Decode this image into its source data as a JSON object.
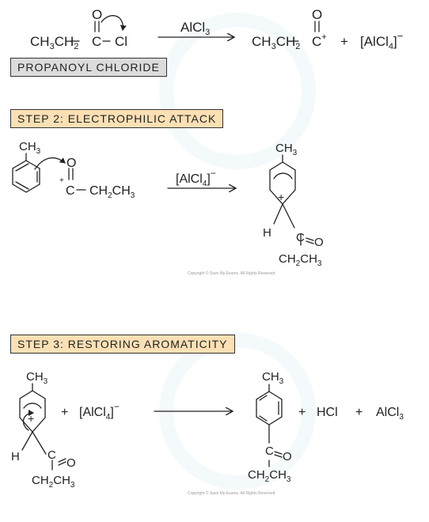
{
  "step1": {
    "label": "PROPANOYL CHLORIDE",
    "reactant_prefix": "CH",
    "reactant_c": "C",
    "reactant_cl": "Cl",
    "o": "O",
    "reagent": "AlCl",
    "product_cation_prefix": "CH",
    "plus": "+",
    "anion": "[AlCl",
    "anion_close": "]"
  },
  "step2": {
    "label": "STEP 2: ELECTROPHILIC ATTACK",
    "methyl": "CH",
    "acylium": "C",
    "ethyl": "CH",
    "reagent": "[AlCl",
    "reagent_close": "]",
    "h": "H",
    "ketone_c": "C",
    "o": "O",
    "sigma_plus": "+",
    "copyright": "Copyright © Save My Exams. All Rights Reserved"
  },
  "step3": {
    "label": "STEP 3: RESTORING AROMATICITY",
    "methyl": "CH",
    "h": "H",
    "ketone_c": "C",
    "o": "O",
    "ethyl": "CH",
    "plus": "+",
    "anion": "[AlCl",
    "anion_close": "]",
    "hcl": "HCl",
    "alcl3": "AlCl",
    "copyright": "Copyright © Save My Exams. All Rights Reserved"
  }
}
